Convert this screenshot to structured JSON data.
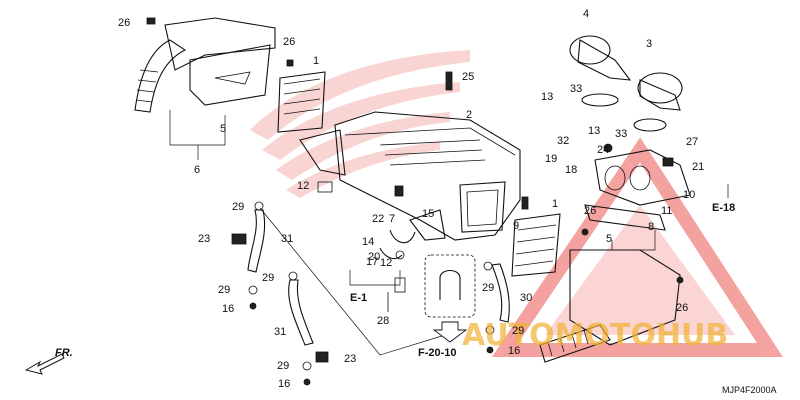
{
  "diagram": {
    "code": "MJP4F2000A",
    "front_arrow_label": "FR.",
    "watermark": "AUTOMOTOHUB",
    "colors": {
      "watermark_red": "#e8322f",
      "watermark_orange": "#f2b233",
      "watermark_dark": "#333333",
      "logo_red": "#f3b4b0"
    }
  },
  "parts": [
    {
      "label": "26"
    },
    {
      "label": "26"
    },
    {
      "label": "1"
    },
    {
      "label": "5"
    },
    {
      "label": "6"
    },
    {
      "label": "25"
    },
    {
      "label": "2"
    },
    {
      "label": "4"
    },
    {
      "label": "3"
    },
    {
      "label": "33"
    },
    {
      "label": "13"
    },
    {
      "label": "33"
    },
    {
      "label": "13"
    },
    {
      "label": "32"
    },
    {
      "label": "27"
    },
    {
      "label": "24"
    },
    {
      "label": "19"
    },
    {
      "label": "21"
    },
    {
      "label": "18"
    },
    {
      "label": "10"
    },
    {
      "label": "12"
    },
    {
      "label": "29"
    },
    {
      "label": "22"
    },
    {
      "label": "15"
    },
    {
      "label": "9"
    },
    {
      "label": "1"
    },
    {
      "label": "26"
    },
    {
      "label": "11"
    },
    {
      "label": "7"
    },
    {
      "label": "12"
    },
    {
      "label": "23"
    },
    {
      "label": "31"
    },
    {
      "label": "14"
    },
    {
      "label": "5"
    },
    {
      "label": "8"
    },
    {
      "label": "20"
    },
    {
      "label": "17"
    },
    {
      "label": "29"
    },
    {
      "label": "29"
    },
    {
      "label": "16"
    },
    {
      "label": "28"
    },
    {
      "label": "29"
    },
    {
      "label": "30"
    },
    {
      "label": "26"
    },
    {
      "label": "31"
    },
    {
      "label": "29"
    },
    {
      "label": "16"
    },
    {
      "label": "29"
    },
    {
      "label": "23"
    },
    {
      "label": "16"
    }
  ],
  "section_refs": [
    {
      "label": "E-18"
    },
    {
      "label": "E-1"
    },
    {
      "label": "F-20-10"
    }
  ]
}
